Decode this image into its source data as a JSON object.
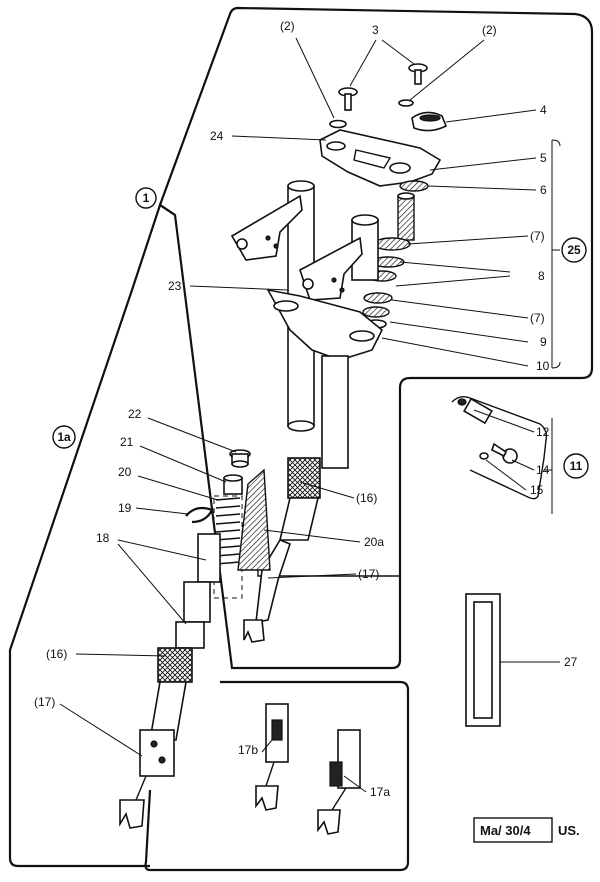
{
  "diagram": {
    "callouts": {
      "c2a": "(2)",
      "c3": "3",
      "c2b": "(2)",
      "c4": "4",
      "c24": "24",
      "c5": "5",
      "c6": "6",
      "c7a": "(7)",
      "c8": "8",
      "c7b": "(7)",
      "c9": "9",
      "c10": "10",
      "c23": "23",
      "c12": "12",
      "c14": "14",
      "c15": "15",
      "c22": "22",
      "c21": "21",
      "c20": "20",
      "c16a": "(16)",
      "c19": "19",
      "c20a": "20a",
      "c18": "18",
      "c17a": "(17)",
      "c16b": "(16)",
      "c27": "27",
      "c17b": "(17)",
      "c17b_small": "17b",
      "c17a_small": "17a"
    },
    "circled": {
      "g1": "1",
      "g1a": "1a",
      "g25": "25",
      "g11": "11"
    },
    "reference": {
      "code": "Ma/ 30/4",
      "suffix": "US."
    }
  }
}
